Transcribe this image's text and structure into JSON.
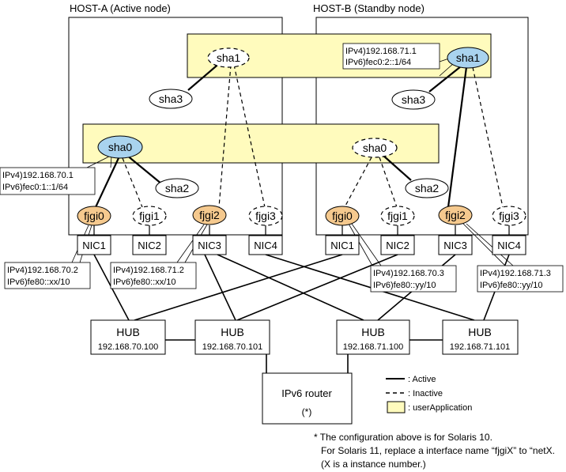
{
  "hosts": {
    "a_title": "HOST-A (Active node)",
    "b_title": "HOST-B (Standby node)"
  },
  "nodes": {
    "sha1_a": "sha1",
    "sha1_b": "sha1",
    "sha3_a": "sha3",
    "sha3_b": "sha3",
    "sha0_a": "sha0",
    "sha0_b": "sha0",
    "sha2_a": "sha2",
    "sha2_b": "sha2",
    "fjgi0_a": "fjgi0",
    "fjgi1_a": "fjgi1",
    "fjgi2_a": "fjgi2",
    "fjgi3_a": "fjgi3",
    "fjgi0_b": "fjgi0",
    "fjgi1_b": "fjgi1",
    "fjgi2_b": "fjgi2",
    "fjgi3_b": "fjgi3"
  },
  "nics": {
    "a1": "NIC1",
    "a2": "NIC2",
    "a3": "NIC3",
    "a4": "NIC4",
    "b1": "NIC1",
    "b2": "NIC2",
    "b3": "NIC3",
    "b4": "NIC4"
  },
  "addresses": {
    "sha1_b_v4": "IPv4)192.168.71.1",
    "sha1_b_v6": "IPv6)fec0:2::1/64",
    "sha0_a_v4": "IPv4)192.168.70.1",
    "sha0_a_v6": "IPv6)fec0:1::1/64",
    "fjgi0_a_v4": "IPv4)192.168.70.2",
    "fjgi0_a_v6": "IPv6)fe80::xx/10",
    "fjgi2_a_v4": "IPv4)192.168.71.2",
    "fjgi2_a_v6": "IPv6)fe80::xx/10",
    "fjgi0_b_v4": "IPv4)192.168.70.3",
    "fjgi0_b_v6": "IPv6)fe80::yy/10",
    "fjgi2_b_v4": "IPv4)192.168.71.3",
    "fjgi2_b_v6": "IPv6)fe80::yy/10"
  },
  "hubs": [
    {
      "label": "HUB",
      "ip": "192.168.70.100"
    },
    {
      "label": "HUB",
      "ip": "192.168.70.101"
    },
    {
      "label": "HUB",
      "ip": "192.168.71.100"
    },
    {
      "label": "HUB",
      "ip": "192.168.71.101"
    }
  ],
  "router": {
    "label": "IPv6 router",
    "note": "(*)"
  },
  "legend": {
    "active": ": Active",
    "inactive": ": Inactive",
    "userapp": ": userApplication"
  },
  "footnote": {
    "line1": "* The configuration above is for Solaris 10.",
    "line2": "For Solaris 11, replace a interface name “fjgiX” to “netX.",
    "line3": "(X is a instance number.)"
  },
  "colors": {
    "active_node": "#a9d3ee",
    "fjgi_active": "#f5c98e",
    "userapp": "#fffbbd",
    "line": "#000000"
  }
}
